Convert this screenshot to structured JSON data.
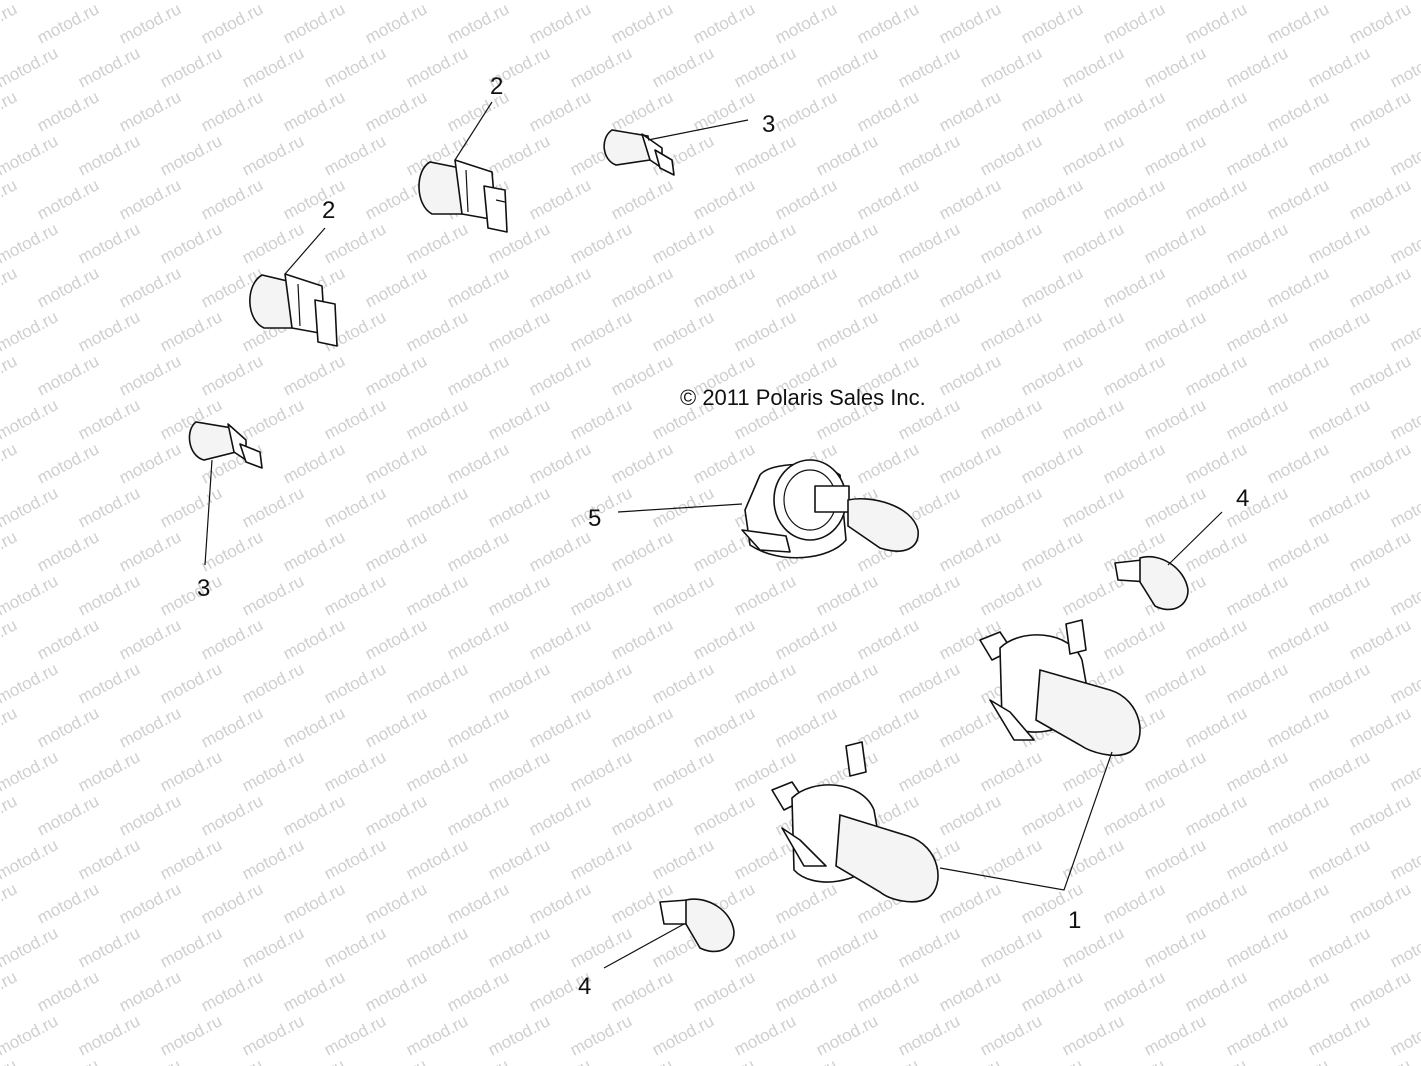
{
  "copyright": "© 2011 Polaris Sales Inc.",
  "watermark": "motod.ru",
  "callouts": [
    {
      "id": "c1",
      "label": "1"
    },
    {
      "id": "c2a",
      "label": "2"
    },
    {
      "id": "c2b",
      "label": "2"
    },
    {
      "id": "c3a",
      "label": "3"
    },
    {
      "id": "c3b",
      "label": "3"
    },
    {
      "id": "c4a",
      "label": "4"
    },
    {
      "id": "c4b",
      "label": "4"
    },
    {
      "id": "c5",
      "label": "5"
    }
  ]
}
